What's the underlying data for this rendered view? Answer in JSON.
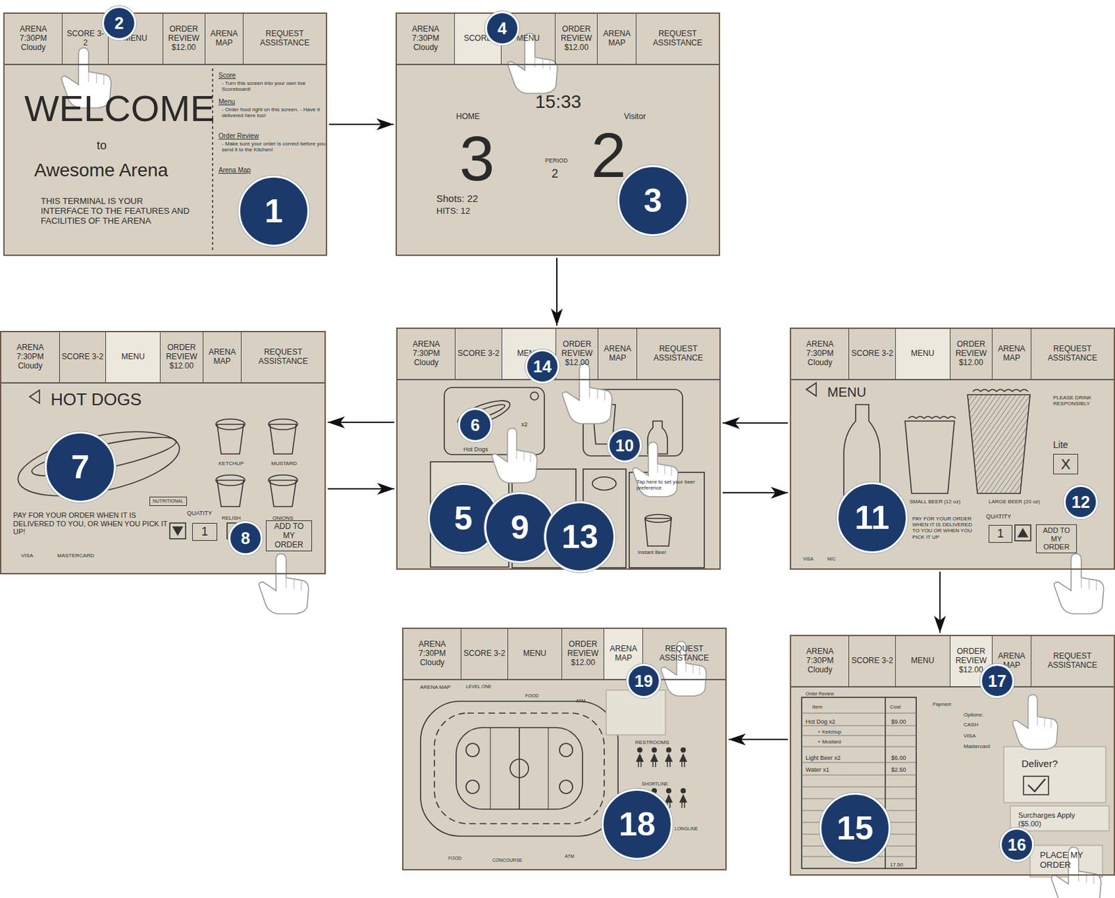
{
  "diagram": {
    "nodes": [
      {
        "text": [
          "ARENA 7:30PM Cloudy",
          "SCORE 3-2",
          "MENU",
          "ORDER REVIEW $12.00",
          "ARENA MAP",
          "REQUEST ASSISTANCE",
          "WELCOME",
          "to",
          "Awesome Arena",
          "THIS TERMINAL IS YOUR INTERFACE TO THE FEATURES AND FACILITIES OF THE ARENA",
          "Score",
          "- Turn this screen into your own live Scoreboard!",
          "Menu",
          "- Order food right on this screen. - Have it delivered here too!",
          "Order Review",
          "- Make sure your order is correct before you send it to the Kitchen!",
          "Arena Map"
        ]
      },
      {
        "text": [
          "ARENA 7:30PM Cloudy",
          "SCORE",
          "MENU",
          "ORDER REVIEW $12.00",
          "ARENA MAP",
          "REQUEST ASSISTANCE",
          "15:33",
          "HOME",
          "Visitor",
          "3",
          "2",
          "PERIOD",
          "2",
          "Shots: 22",
          "HITS: 12"
        ]
      },
      {
        "text": [
          "ARENA 7:30PM Cloudy",
          "SCORE 3-2",
          "MENU",
          "ORDER REVIEW $12.00",
          "ARENA MAP",
          "REQUEST ASSISTANCE",
          "HOT DOGS",
          "KETCHUP",
          "MUSTARD",
          "RELISH",
          "ONIONS",
          "NUTRITIONAL",
          "PAY FOR YOUR ORDER WHEN IT IS DELIVERED TO YOU, OR WHEN YOU PICK IT UP!",
          "VISA",
          "MASTERCARD",
          "QUATITY",
          "1",
          "ADD TO MY ORDER"
        ]
      },
      {
        "text": [
          "ARENA 7:30PM Cloudy",
          "SCORE 3-2",
          "MENU",
          "ORDER REVIEW $12.00",
          "ARENA MAP",
          "REQUEST ASSISTANCE",
          "Hot Dogs",
          "x2",
          "Tap here to set your beer preference",
          "Instant Beer"
        ]
      },
      {
        "text": [
          "ARENA 7:30PM Cloudy",
          "SCORE 3-2",
          "MENU",
          "ORDER REVIEW $12.00",
          "ARENA MAP",
          "REQUEST ASSISTANCE",
          "MENU",
          "PLEASE DRINK RESPONSIBLY",
          "Lite",
          "X",
          "SMALL BEER (12 oz)",
          "LARGE BEER (20 oz)",
          "PAY FOR YOUR ORDER WHEN IT IS DELIVERED TO YOU OR WHEN YOU PICK IT UP",
          "VISA",
          "M/C",
          "QUATITY",
          "1",
          "ADD TO MY ORDER"
        ]
      },
      {
        "text": [
          "ARENA 7:30PM Cloudy",
          "SCORE 3-2",
          "MENU",
          "ORDER REVIEW $12.00",
          "ARENA MAP",
          "REQUEST ASSISTANCE",
          "ARENA MAP",
          "LEVEL ONE",
          "FOOD",
          "ATM",
          "RESTROOMS",
          "SHORTLINE",
          "LONGLINE",
          "FOOD",
          "CONCOURSE",
          "ATM"
        ]
      },
      {
        "text": [
          "ARENA 7:30PM Cloudy",
          "SCORE 3-2",
          "MENU",
          "ORDER REVIEW $12.00",
          "ARENA MAP",
          "REQUEST ASSISTANCE",
          "Order Review",
          "Item",
          "Cost",
          "Hot Dog x2",
          "$9.00",
          "+ Ketchup",
          "+ Mustard",
          "Light Beer x2",
          "$6.00",
          "Water x1",
          "$2.50",
          "17.50",
          "Payment",
          "Options:",
          "CASH",
          "VISA",
          "Mastercard",
          "Deliver?",
          "Surcharges Apply ($5.00)",
          "PLACE MY ORDER"
        ]
      }
    ],
    "edges": [
      {
        "from": 0,
        "to": 1,
        "arrow": "to"
      },
      {
        "from": 1,
        "to": 3,
        "arrow": "to"
      },
      {
        "from": 3,
        "to": 2,
        "arrow": "to"
      },
      {
        "from": 2,
        "to": 3,
        "arrow": "to"
      },
      {
        "from": 4,
        "to": 3,
        "arrow": "to"
      },
      {
        "from": 3,
        "to": 4,
        "arrow": "to"
      },
      {
        "from": 4,
        "to": 6,
        "arrow": "to"
      },
      {
        "from": 6,
        "to": 5,
        "arrow": "to"
      }
    ],
    "labels": [
      "1",
      "2",
      "3",
      "4",
      "5",
      "6",
      "7",
      "8",
      "9",
      "10",
      "11",
      "12",
      "13",
      "14",
      "15",
      "16",
      "17",
      "18",
      "19"
    ]
  }
}
